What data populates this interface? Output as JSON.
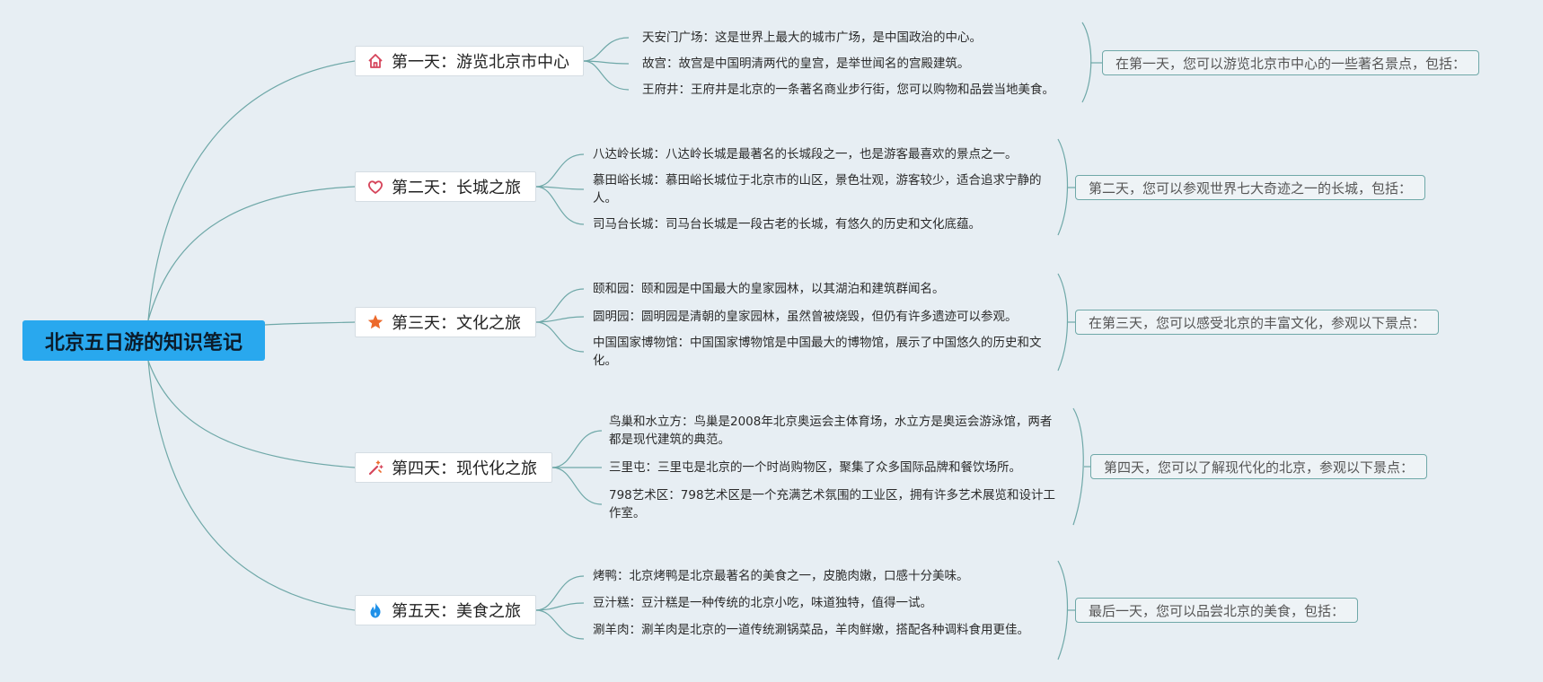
{
  "root": {
    "title": "北京五日游的知识笔记"
  },
  "days": [
    {
      "title": "第一天：游览北京市中心",
      "icon": "home-icon",
      "summary": "在第一天，您可以游览北京市中心的一些著名景点，包括：",
      "items": [
        "天安门广场：这是世界上最大的城市广场，是中国政治的中心。",
        "故宫：故宫是中国明清两代的皇宫，是举世闻名的宫殿建筑。",
        "王府井：王府井是北京的一条著名商业步行街，您可以购物和品尝当地美食。"
      ]
    },
    {
      "title": "第二天：长城之旅",
      "icon": "heart-icon",
      "summary": "第二天，您可以参观世界七大奇迹之一的长城，包括：",
      "items": [
        "八达岭长城：八达岭长城是最著名的长城段之一，也是游客最喜欢的景点之一。",
        "慕田峪长城：慕田峪长城位于北京市的山区，景色壮观，游客较少，适合追求宁静的人。",
        "司马台长城：司马台长城是一段古老的长城，有悠久的历史和文化底蕴。"
      ]
    },
    {
      "title": "第三天：文化之旅",
      "icon": "star-icon",
      "summary": "在第三天，您可以感受北京的丰富文化，参观以下景点：",
      "items": [
        "颐和园：颐和园是中国最大的皇家园林，以其湖泊和建筑群闻名。",
        "圆明园：圆明园是清朝的皇家园林，虽然曾被烧毁，但仍有许多遗迹可以参观。",
        "中国国家博物馆：中国国家博物馆是中国最大的博物馆，展示了中国悠久的历史和文化。"
      ]
    },
    {
      "title": "第四天：现代化之旅",
      "icon": "magic-wand-icon",
      "summary": "第四天，您可以了解现代化的北京，参观以下景点：",
      "items": [
        "鸟巢和水立方：鸟巢是2008年北京奥运会主体育场，水立方是奥运会游泳馆，两者都是现代建筑的典范。",
        "三里屯：三里屯是北京的一个时尚购物区，聚集了众多国际品牌和餐饮场所。",
        "798艺术区：798艺术区是一个充满艺术氛围的工业区，拥有许多艺术展览和设计工作室。"
      ]
    },
    {
      "title": "第五天：美食之旅",
      "icon": "flame-icon",
      "summary": "最后一天，您可以品尝北京的美食，包括：",
      "items": [
        "烤鸭：北京烤鸭是北京最著名的美食之一，皮脆肉嫩，口感十分美味。",
        "豆汁糕：豆汁糕是一种传统的北京小吃，味道独特，值得一试。",
        "涮羊肉：涮羊肉是北京的一道传统涮锅菜品，羊肉鲜嫩，搭配各种调料食用更佳。"
      ]
    }
  ],
  "colors": {
    "background": "#e7eef3",
    "root_fill": "#29a8ee",
    "line": "#6fa8a8",
    "home": "#d6455b",
    "heart": "#d6455b",
    "star": "#ec6a2c",
    "wand": "#d6455b",
    "flame": "#1e90e8"
  }
}
